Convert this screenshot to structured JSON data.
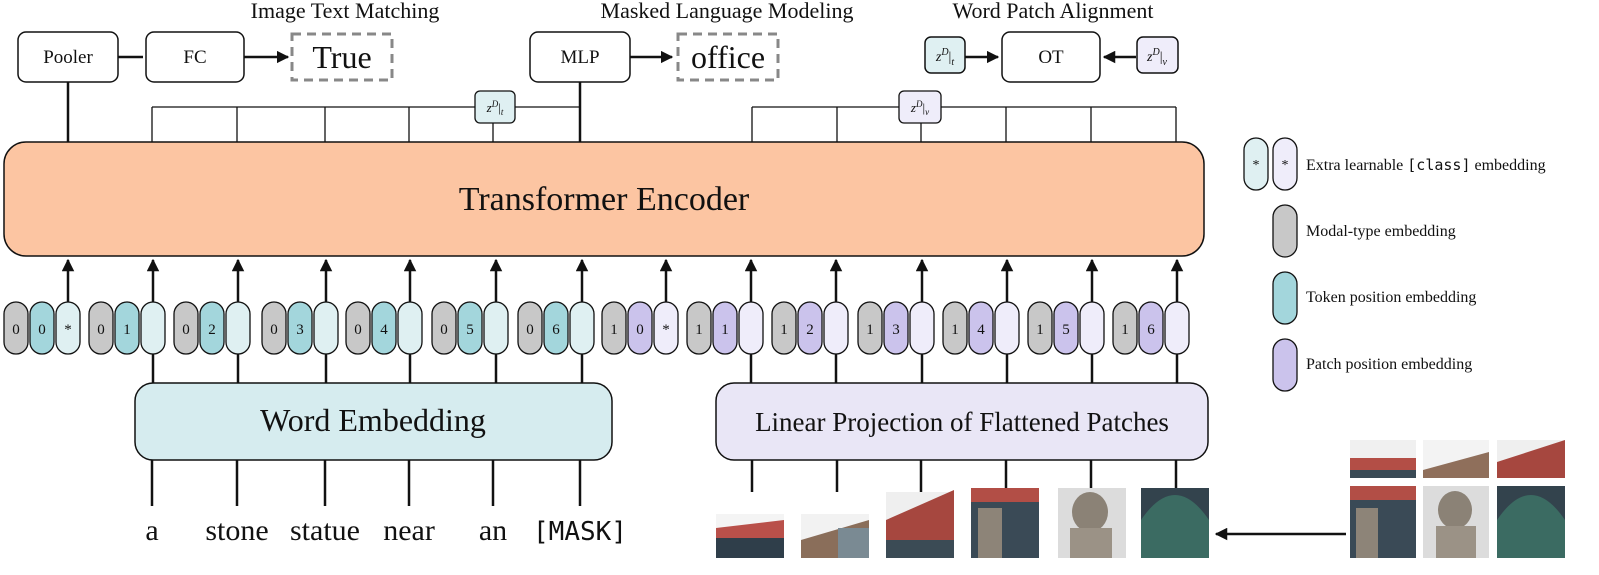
{
  "heads": {
    "itm_title": "Image Text Matching",
    "mlm_title": "Masked Language Modeling",
    "wpa_title": "Word Patch Alignment",
    "pooler": "Pooler",
    "fc": "FC",
    "itm_output": "True",
    "mlp": "MLP",
    "mlm_output": "office",
    "ot": "OT",
    "z_base": "z",
    "z_sup": "D",
    "z_text_sub": "t",
    "z_visual_sub": "v"
  },
  "encoder_label": "Transformer Encoder",
  "word_embedding_label": "Word Embedding",
  "patch_projection_label": "Linear Projection of Flattened Patches",
  "tokens": [
    "a",
    "stone",
    "statue",
    "near",
    "an",
    "[MASK]"
  ],
  "text_embeddings": [
    {
      "modal": "0",
      "pos": "0",
      "cls": "*"
    },
    {
      "modal": "0",
      "pos": "1"
    },
    {
      "modal": "0",
      "pos": "2"
    },
    {
      "modal": "0",
      "pos": "3"
    },
    {
      "modal": "0",
      "pos": "4"
    },
    {
      "modal": "0",
      "pos": "5"
    },
    {
      "modal": "0",
      "pos": "6"
    }
  ],
  "image_embeddings": [
    {
      "modal": "1",
      "pos": "0",
      "cls": "*"
    },
    {
      "modal": "1",
      "pos": "1"
    },
    {
      "modal": "1",
      "pos": "2"
    },
    {
      "modal": "1",
      "pos": "3"
    },
    {
      "modal": "1",
      "pos": "4"
    },
    {
      "modal": "1",
      "pos": "5"
    },
    {
      "modal": "1",
      "pos": "6"
    }
  ],
  "legend": {
    "cls_star": "*",
    "cls_prefix": "Extra learnable ",
    "cls_code": "[class]",
    "cls_suffix": " embedding",
    "modal": "Modal-type embedding",
    "token_pos": "Token position embedding",
    "patch_pos": "Patch position embedding"
  },
  "colors": {
    "encoder": "#fcc5a2",
    "word_embedding": "#d6ecef",
    "patch_projection": "#e9e6f6",
    "modal_type": "#c8c8c8",
    "token_position": "#a3d6dc",
    "patch_position": "#cbc3ec",
    "cls_text": "#dff0f2",
    "cls_image": "#efedfa"
  }
}
